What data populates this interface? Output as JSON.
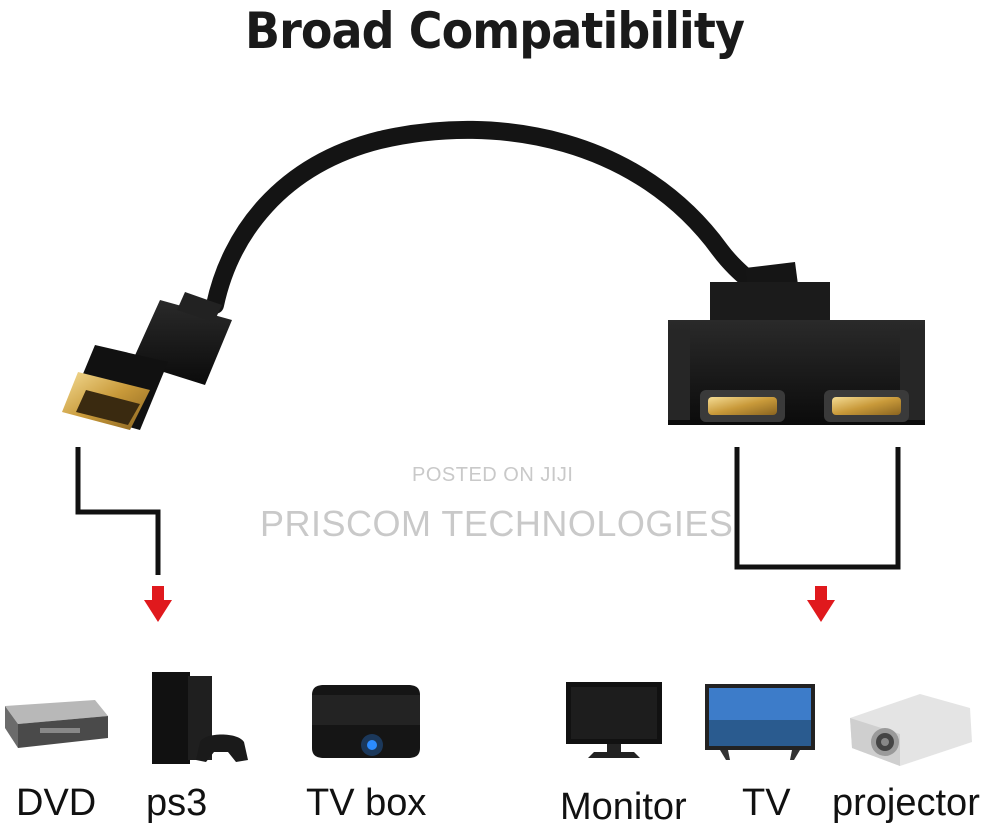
{
  "title": "Broad Compatibility",
  "watermark": {
    "line1": "POSTED ON JIJI",
    "line2": "PRISCOM TECHNOLOGIES"
  },
  "devices": [
    {
      "label": "DVD",
      "icon": "dvd-player-icon"
    },
    {
      "label": "ps3",
      "icon": "game-console-icon"
    },
    {
      "label": "TV box",
      "icon": "tv-box-icon"
    },
    {
      "label": "Monitor",
      "icon": "monitor-icon"
    },
    {
      "label": "TV",
      "icon": "tv-icon"
    },
    {
      "label": "projector",
      "icon": "projector-icon"
    }
  ],
  "colors": {
    "arrow": "#e0191d",
    "cable": "#141414",
    "connector_gold": "#d8b25a"
  }
}
